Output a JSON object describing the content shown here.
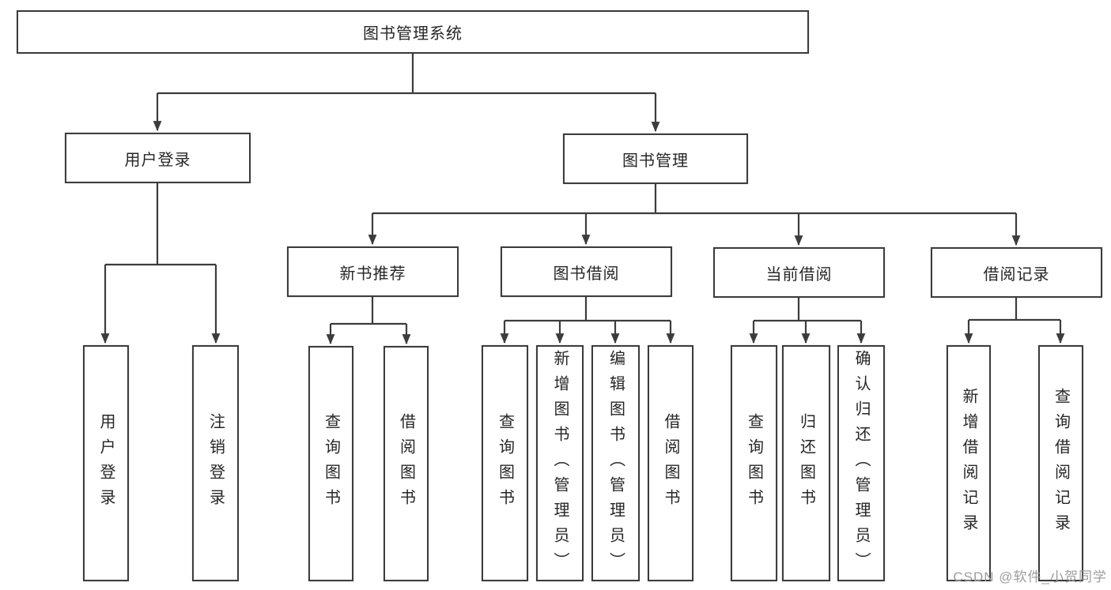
{
  "diagram": {
    "type": "tree",
    "title": "图书管理系统",
    "colors": {
      "line": "#3c3c3c",
      "box_fill": "#ffffff",
      "text": "#262626",
      "watermark": "#9d9d9d"
    },
    "hierarchy": {
      "图书管理系统": {
        "用户登录": [
          "用户登录",
          "注销登录"
        ],
        "图书管理": {
          "新书推荐": [
            "查询图书",
            "借阅图书"
          ],
          "图书借阅": [
            "查询图书",
            "新增图书（管理员）",
            "编辑图书（管理员）",
            "借阅图书"
          ],
          "当前借阅": [
            "查询图书",
            "归还图书",
            "确认归还（管理员）"
          ],
          "借阅记录": [
            "新增借阅记录",
            "查询借阅记录"
          ]
        }
      }
    }
  },
  "nodes": {
    "root": {
      "label": "图书管理系统"
    },
    "userLogin": {
      "label": "用户登录"
    },
    "bookMgmt": {
      "label": "图书管理"
    },
    "newBookRec": {
      "label": "新书推荐"
    },
    "bookBorrow": {
      "label": "图书借阅"
    },
    "currentBorrow": {
      "label": "当前借阅"
    },
    "borrowRecords": {
      "label": "借阅记录"
    },
    "leafUserLogin": {
      "label": "用户登录"
    },
    "leafLogout": {
      "label": "注销登录"
    },
    "leafQueryBook1": {
      "label": "查询图书"
    },
    "leafBorrowBook1": {
      "label": "借阅图书"
    },
    "leafQueryBook2": {
      "label": "查询图书"
    },
    "leafAddBook": {
      "label": "新增图书（管理员）"
    },
    "leafEditBook": {
      "label": "编辑图书（管理员）"
    },
    "leafBorrowBook2": {
      "label": "借阅图书"
    },
    "leafQueryBook3": {
      "label": "查询图书"
    },
    "leafReturnBook": {
      "label": "归还图书"
    },
    "leafConfirmReturn": {
      "label": "确认归还（管理员）"
    },
    "leafAddBorrowRecord": {
      "label": "新增借阅记录"
    },
    "leafQueryBorrowRecord": {
      "label": "查询借阅记录"
    }
  },
  "watermark": {
    "text": "CSDN @软件_小贺同学"
  }
}
